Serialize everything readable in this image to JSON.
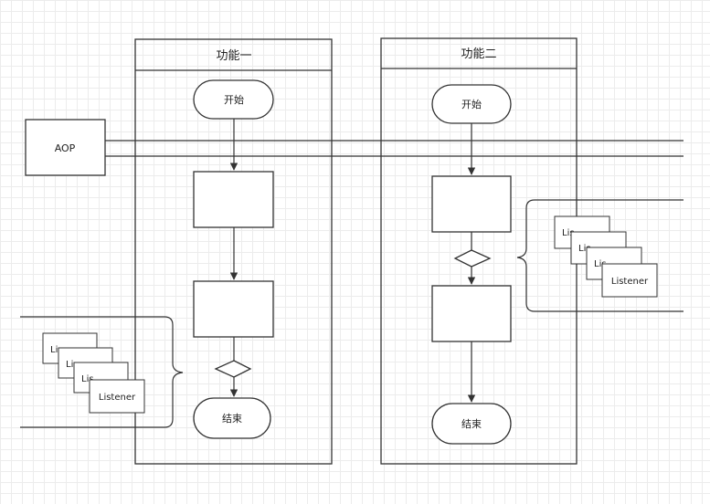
{
  "aop": {
    "label": "AOP"
  },
  "lanes": [
    {
      "title": "功能一",
      "start": "开始",
      "end": "结束"
    },
    {
      "title": "功能二",
      "start": "开始",
      "end": "结束"
    }
  ],
  "listeners": {
    "front_label": "Listener",
    "partial_label": "Lis"
  }
}
